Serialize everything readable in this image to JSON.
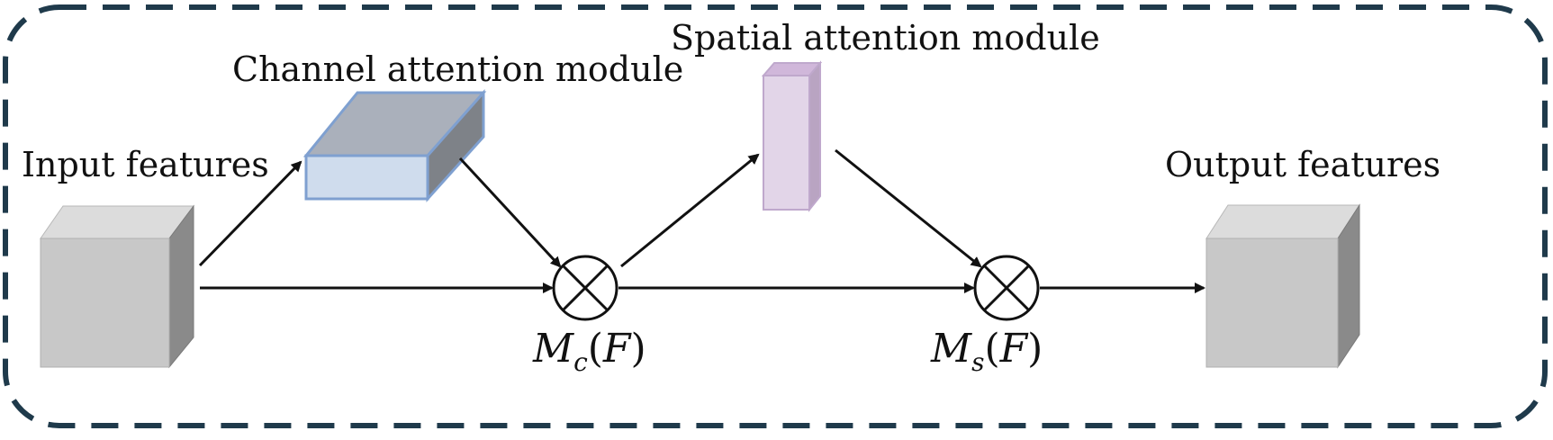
{
  "labels": {
    "input": "Input features",
    "channel": "Channel attention module",
    "spatial": "Spatial attention module",
    "output": "Output features"
  },
  "formulas": {
    "mc": {
      "base": "M",
      "sub": "c",
      "open": "(",
      "arg": "F",
      "close": ")"
    },
    "ms": {
      "base": "M",
      "sub": "s",
      "open": "(",
      "arg": "F",
      "close": ")"
    }
  },
  "colors": {
    "border": "#1f3a4b",
    "arrow": "#111111",
    "gray_front": "#c8c8c8",
    "gray_top": "#dcdcdc",
    "gray_side": "#8a8a8a",
    "channel_front": "#cfdced",
    "channel_top": "#aab0bb",
    "channel_side": "#7e8288",
    "channel_stroke": "#7fa0d0",
    "spatial_front": "#e2d5e8",
    "spatial_top": "#d0b7da",
    "spatial_side": "#b9a4c2",
    "spatial_stroke": "#bfa8cc"
  },
  "icons": [
    "multiply-circle-icon",
    "arrow-icon"
  ]
}
